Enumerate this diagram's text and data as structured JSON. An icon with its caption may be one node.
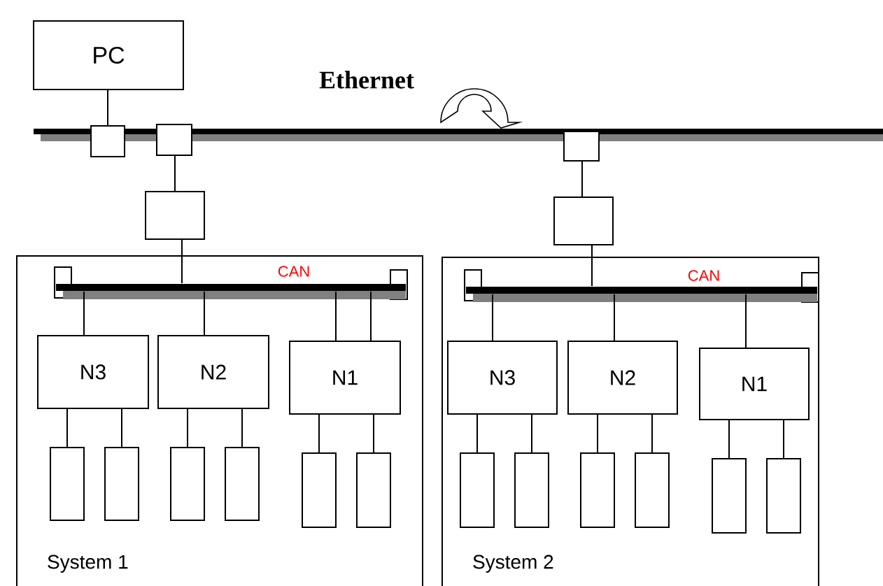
{
  "diagram": {
    "nodes": [
      {
        "text": [
          "PC"
        ]
      },
      {
        "text": [],
        "shape": "bar"
      },
      {
        "text": [],
        "shape": "box"
      },
      {
        "text": [],
        "shape": "box"
      },
      {
        "text": [],
        "shape": "box"
      },
      {
        "text": [],
        "shape": "box"
      },
      {
        "text": [],
        "shape": "box"
      },
      {
        "text": [
          "System 1"
        ]
      },
      {
        "text": [],
        "shape": "bar",
        "in": 7
      },
      {
        "text": [
          "N3"
        ],
        "in": 7
      },
      {
        "text": [
          "N2"
        ],
        "in": 7
      },
      {
        "text": [
          "N1"
        ],
        "in": 7
      },
      {
        "text": [],
        "shape": "box",
        "in": 7
      },
      {
        "text": [],
        "shape": "box",
        "in": 7
      },
      {
        "text": [],
        "shape": "box",
        "in": 7
      },
      {
        "text": [],
        "shape": "box",
        "in": 7
      },
      {
        "text": [],
        "shape": "box",
        "in": 7
      },
      {
        "text": [],
        "shape": "box",
        "in": 7
      },
      {
        "text": [
          "System 2"
        ]
      },
      {
        "text": [],
        "shape": "bar",
        "in": 18
      },
      {
        "text": [
          "N3"
        ],
        "in": 18
      },
      {
        "text": [
          "N2"
        ],
        "in": 18
      },
      {
        "text": [
          "N1"
        ],
        "in": 18
      },
      {
        "text": [],
        "shape": "box",
        "in": 18
      },
      {
        "text": [],
        "shape": "box",
        "in": 18
      },
      {
        "text": [],
        "shape": "box",
        "in": 18
      },
      {
        "text": [],
        "shape": "box",
        "in": 18
      },
      {
        "text": [],
        "shape": "box",
        "in": 18
      },
      {
        "text": [],
        "shape": "box",
        "in": 18
      }
    ],
    "edges": [
      {
        "from": 0,
        "to": 2,
        "arrow": "none"
      },
      {
        "from": 3,
        "to": 5,
        "arrow": "none"
      },
      {
        "from": 5,
        "to": 8,
        "arrow": "none"
      },
      {
        "from": 4,
        "to": 6,
        "arrow": "none"
      },
      {
        "from": 6,
        "to": 19,
        "arrow": "none"
      },
      {
        "from": 8,
        "to": 9,
        "arrow": "none"
      },
      {
        "from": 8,
        "to": 10,
        "arrow": "none"
      },
      {
        "from": 8,
        "to": 11,
        "arrow": "none"
      },
      {
        "from": 8,
        "to": 11,
        "arrow": "none"
      },
      {
        "from": 9,
        "to": 12,
        "arrow": "none"
      },
      {
        "from": 9,
        "to": 13,
        "arrow": "none"
      },
      {
        "from": 10,
        "to": 14,
        "arrow": "none"
      },
      {
        "from": 10,
        "to": 15,
        "arrow": "none"
      },
      {
        "from": 11,
        "to": 16,
        "arrow": "none"
      },
      {
        "from": 11,
        "to": 17,
        "arrow": "none"
      },
      {
        "from": 19,
        "to": 20,
        "arrow": "none"
      },
      {
        "from": 19,
        "to": 21,
        "arrow": "none"
      },
      {
        "from": 19,
        "to": 22,
        "arrow": "none"
      },
      {
        "from": 20,
        "to": 23,
        "arrow": "none"
      },
      {
        "from": 20,
        "to": 24,
        "arrow": "none"
      },
      {
        "from": 21,
        "to": 25,
        "arrow": "none"
      },
      {
        "from": 21,
        "to": 26,
        "arrow": "none"
      },
      {
        "from": 22,
        "to": 27,
        "arrow": "none"
      },
      {
        "from": 22,
        "to": 28,
        "arrow": "none"
      },
      {
        "from": null,
        "to": 1,
        "arrow": "to"
      }
    ],
    "labels": [
      "Ethernet",
      "CAN",
      "CAN"
    ]
  }
}
